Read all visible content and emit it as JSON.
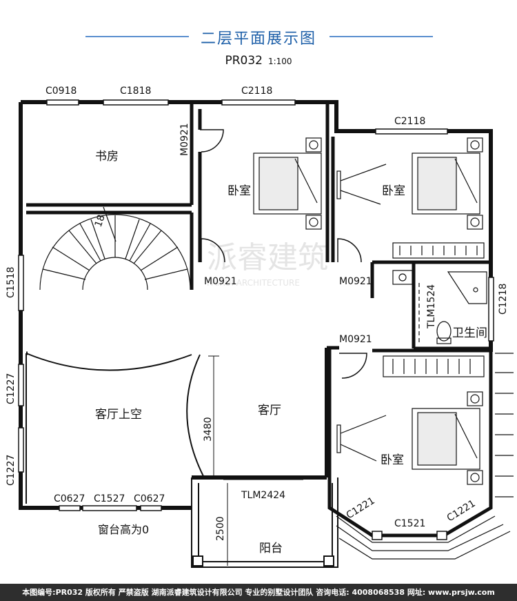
{
  "header": {
    "title": "二层平面展示图",
    "plan_code": "PR032",
    "scale": "1:100"
  },
  "windows": {
    "c0918": "C0918",
    "c1818": "C1818",
    "c2118_top": "C2118",
    "c2118_right": "C2118",
    "c1518": "C1518",
    "c1227_a": "C1227",
    "c1227_b": "C1227",
    "c0627_a": "C0627",
    "c1527": "C1527",
    "c0627_b": "C0627",
    "c1218": "C1218",
    "c1221_a": "C1221",
    "c1521": "C1521",
    "c1221_b": "C1221",
    "sill_note": "窗台高为0"
  },
  "doors": {
    "m0921_study": "M0921",
    "m0921_a": "M0921",
    "m0921_b": "M0921",
    "m0921_c": "M0921",
    "tlm1524": "TLM1524",
    "tlm2424": "TLM2424"
  },
  "rooms": {
    "study": "书房",
    "bedroom_1": "卧室",
    "bedroom_2": "卧室",
    "bedroom_3": "卧室",
    "bathroom": "卫生间",
    "void": "客厅上空",
    "living": "客厅",
    "balcony": "阳台"
  },
  "dimensions": {
    "stair_number": "18",
    "living_depth": "3480",
    "balcony_depth": "2500"
  },
  "watermark": "派睿建筑",
  "watermark_sub": "PAIRUI ARCHITECTURE",
  "footer": "本图编号:PR032 版权所有 严禁盗版 湖南派睿建筑设计有限公司 专业的别墅设计团队 咨询电话: 4008068538 网址: www.prsjw.com"
}
